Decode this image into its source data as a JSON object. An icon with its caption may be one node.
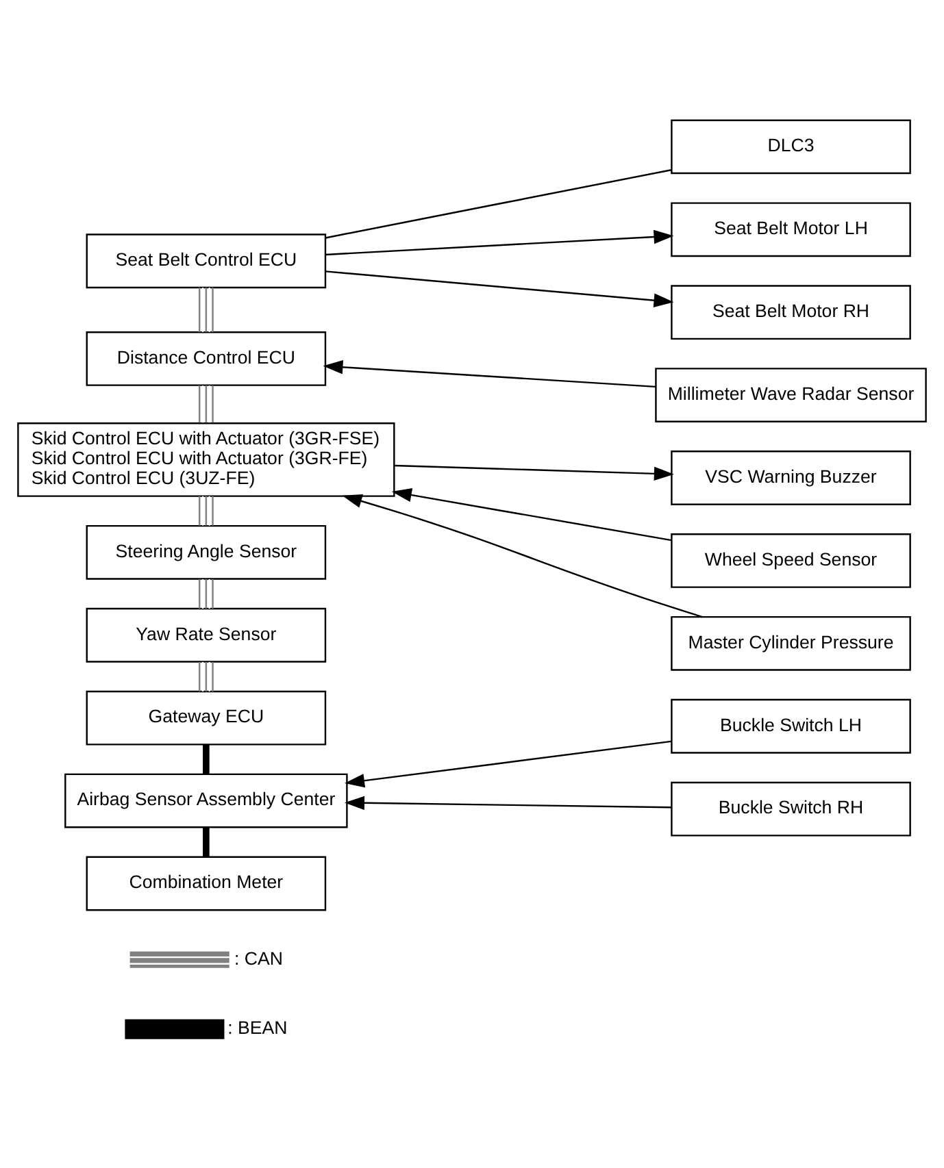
{
  "diagram": {
    "nodes": [
      {
        "text": [
          "Seat Belt Control ECU"
        ]
      },
      {
        "text": [
          "DLC3"
        ]
      },
      {
        "text": [
          "Seat Belt Motor LH"
        ]
      },
      {
        "text": [
          "Seat Belt Motor RH"
        ]
      },
      {
        "text": [
          "Distance Control ECU"
        ]
      },
      {
        "text": [
          "Millimeter Wave Radar Sensor"
        ]
      },
      {
        "text": [
          "Skid Control ECU with Actuator (3GR-FSE)",
          "Skid Control ECU with Actuator (3GR-FE)",
          "Skid Control ECU (3UZ-FE)"
        ]
      },
      {
        "text": [
          "VSC Warning Buzzer"
        ]
      },
      {
        "text": [
          "Wheel Speed Sensor"
        ]
      },
      {
        "text": [
          "Master Cylinder Pressure"
        ]
      },
      {
        "text": [
          "Steering Angle Sensor"
        ]
      },
      {
        "text": [
          "Yaw Rate Sensor"
        ]
      },
      {
        "text": [
          "Gateway ECU"
        ]
      },
      {
        "text": [
          "Airbag Sensor Assembly Center"
        ]
      },
      {
        "text": [
          "Buckle Switch LH"
        ]
      },
      {
        "text": [
          "Buckle Switch RH"
        ]
      },
      {
        "text": [
          "Combination Meter"
        ]
      }
    ],
    "edges": [
      {
        "from": 0,
        "to": 1,
        "arrow": "none"
      },
      {
        "from": 0,
        "to": 2,
        "arrow": "to"
      },
      {
        "from": 0,
        "to": 3,
        "arrow": "to"
      },
      {
        "from": 0,
        "to": 4,
        "arrow": "none",
        "color": "#808080"
      },
      {
        "from": 5,
        "to": 4,
        "arrow": "to"
      },
      {
        "from": 4,
        "to": 6,
        "arrow": "none",
        "color": "#808080"
      },
      {
        "from": 6,
        "to": 7,
        "arrow": "to"
      },
      {
        "from": 8,
        "to": 6,
        "arrow": "to"
      },
      {
        "from": 9,
        "to": 6,
        "arrow": "to"
      },
      {
        "from": 6,
        "to": 10,
        "arrow": "none",
        "color": "#808080"
      },
      {
        "from": 10,
        "to": 11,
        "arrow": "none",
        "color": "#808080"
      },
      {
        "from": 11,
        "to": 12,
        "arrow": "none",
        "color": "#808080"
      },
      {
        "from": 12,
        "to": 13,
        "arrow": "none",
        "style": "thick"
      },
      {
        "from": 14,
        "to": 13,
        "arrow": "to"
      },
      {
        "from": 15,
        "to": 13,
        "arrow": "to"
      },
      {
        "from": 13,
        "to": 16,
        "arrow": "none",
        "style": "thick"
      }
    ],
    "legend": [
      {
        "text": ": CAN"
      },
      {
        "text": ": BEAN"
      }
    ]
  }
}
